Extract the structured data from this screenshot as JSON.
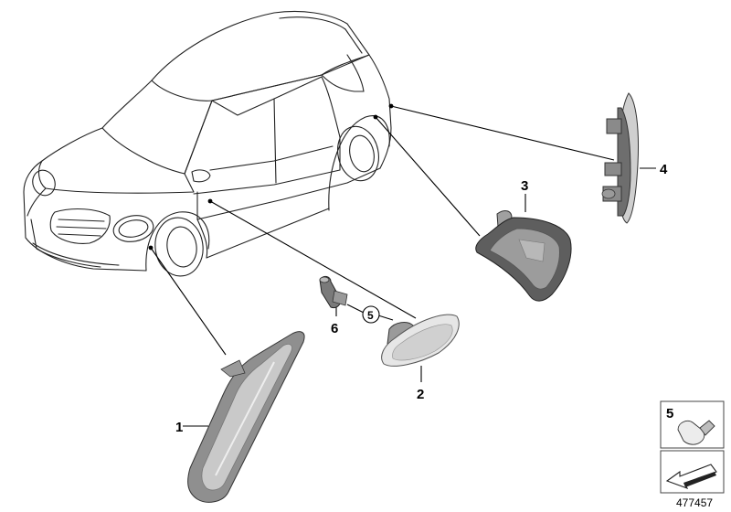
{
  "parts": [
    {
      "number": "1",
      "name": "front-side-marker"
    },
    {
      "number": "2",
      "name": "side-indicator-lamp"
    },
    {
      "number": "3",
      "name": "wheel-arch-side-marker"
    },
    {
      "number": "4",
      "name": "rear-side-marker"
    },
    {
      "number": "5",
      "name": "bulb",
      "circled": true
    },
    {
      "number": "6",
      "name": "bulb-socket"
    }
  ],
  "legend": {
    "item_number": "5",
    "icons": [
      "bulb-icon",
      "arrow-icon"
    ]
  },
  "document_id": "477457",
  "colors": {
    "line": "#000000",
    "part_grey": "#8a8a8a",
    "part_light": "#d6d6d6"
  }
}
